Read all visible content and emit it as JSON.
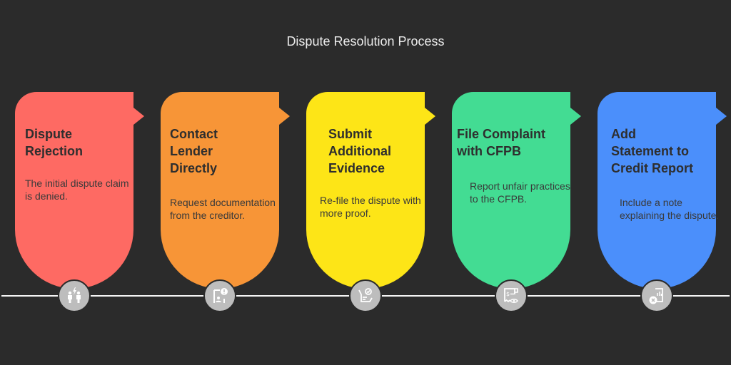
{
  "title": "Dispute Resolution Process",
  "steps": [
    {
      "heading": "Dispute Rejection",
      "heading_lines": [
        "Dispute",
        "Rejection"
      ],
      "description": "The initial dispute claim is denied.",
      "color": "#fe6a63",
      "icon": "conflict-people-icon"
    },
    {
      "heading": "Contact Lender Directly",
      "heading_lines": [
        "Contact",
        "Lender",
        "Directly"
      ],
      "description": "Request documentation from the creditor.",
      "color": "#f79537",
      "icon": "contact-alert-icon"
    },
    {
      "heading": "Submit Additional Evidence",
      "heading_lines": [
        "Submit",
        "Additional",
        "Evidence"
      ],
      "description": "Re-file the dispute with more proof.",
      "color": "#fde517",
      "icon": "submit-document-check-icon"
    },
    {
      "heading": "File Complaint with CFPB",
      "heading_lines": [
        "File Complaint",
        "with CFPB"
      ],
      "description": "Report unfair practices to the CFPB.",
      "color": "#43dc93",
      "icon": "receipt-eye-icon"
    },
    {
      "heading": "Add Statement to Credit Report",
      "heading_lines": [
        "Add",
        "Statement to",
        "Credit Report"
      ],
      "description": "Include a note explaining the dispute.",
      "color": "#4b8ffb",
      "icon": "report-cancel-icon"
    }
  ],
  "node_color": "#bdbdbd",
  "line_color": "#f5f5f5",
  "background": "#2b2b2b"
}
